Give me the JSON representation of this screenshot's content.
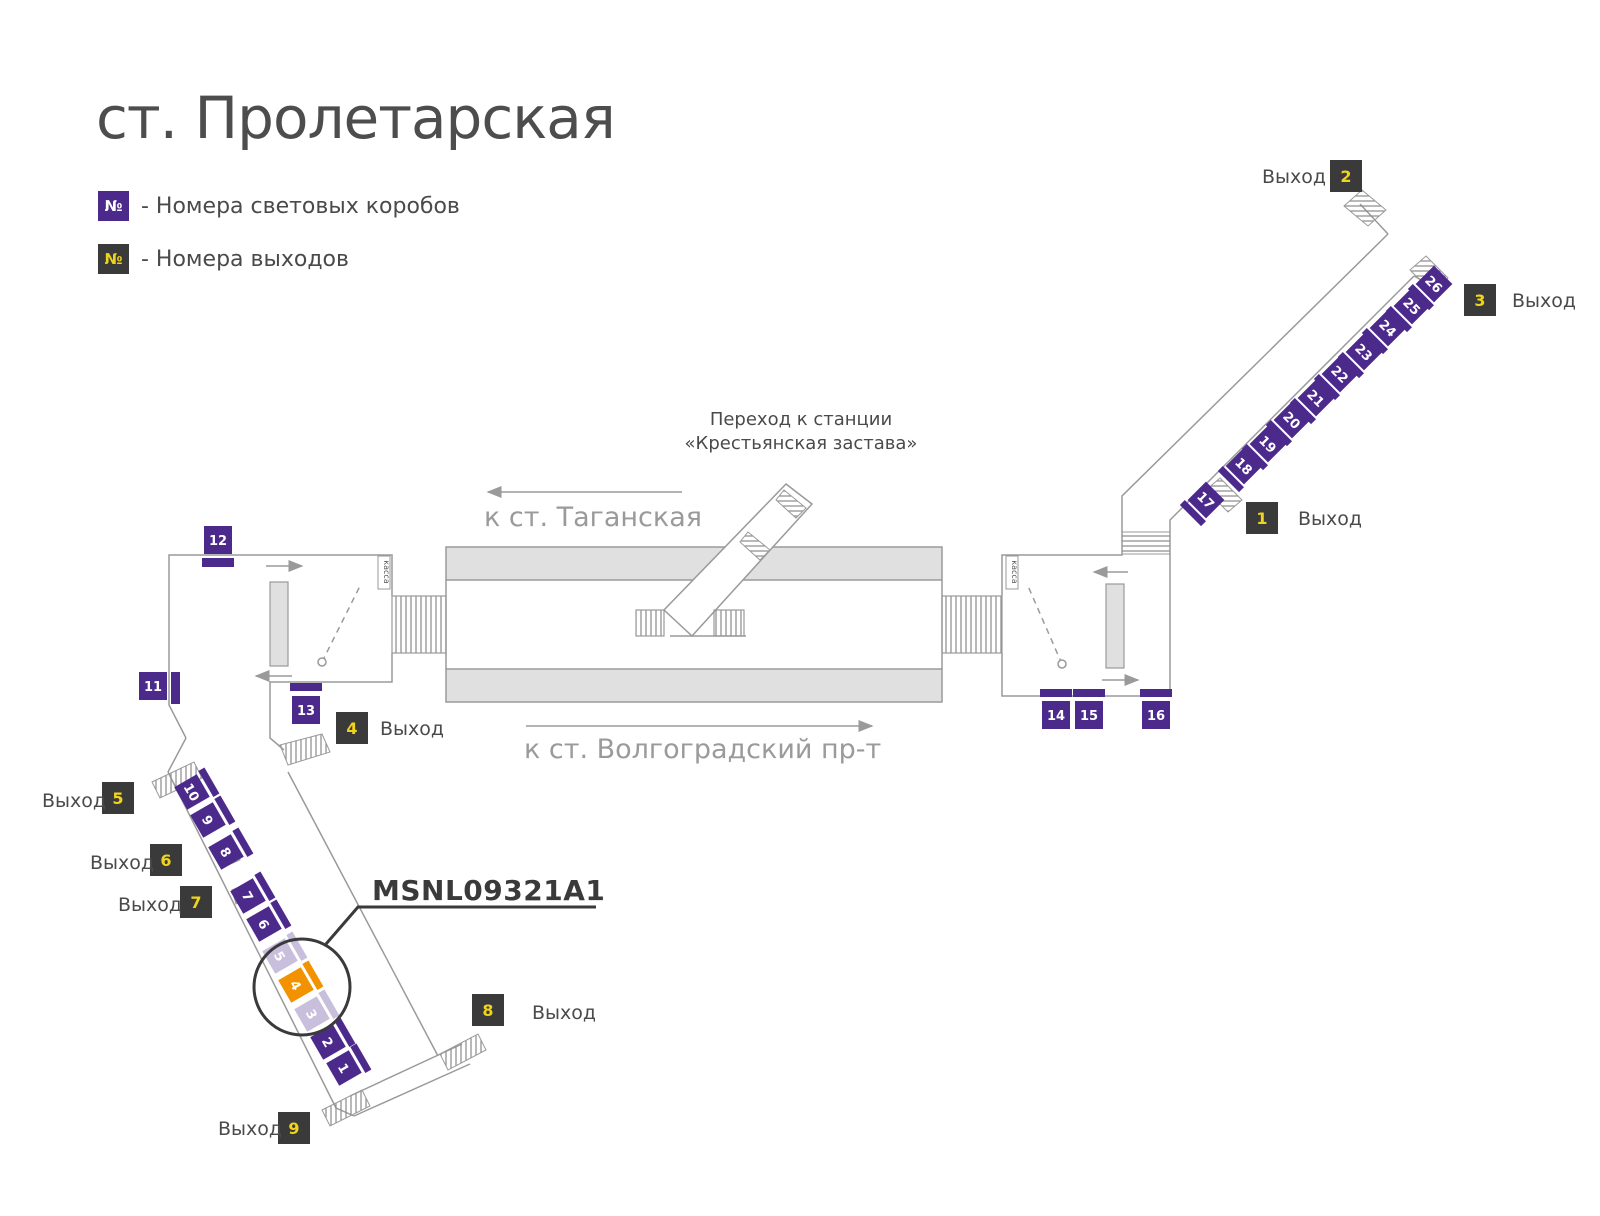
{
  "title": "ст. Пролетарская",
  "legend": {
    "items": [
      {
        "symbol": "№",
        "text": "- Номера световых коробов",
        "style": "lightbox"
      },
      {
        "symbol": "№",
        "text": "- Номера выходов",
        "style": "exit"
      }
    ]
  },
  "colors": {
    "lightbox": "#4c2a8c",
    "lightbox_faded": "#c8bfdc",
    "lightbox_selected": "#f39200",
    "exit_badge": "#3a3a3a",
    "exit_text": "#f0d41c",
    "walls": "#9a9a9a",
    "platform": "#e0e0e0"
  },
  "exit_word": "Выход",
  "exits": [
    {
      "number": "1",
      "label": "Выход"
    },
    {
      "number": "2",
      "label": "Выход"
    },
    {
      "number": "3",
      "label": "Выход"
    },
    {
      "number": "4",
      "label": "Выход"
    },
    {
      "number": "5",
      "label": "Выход"
    },
    {
      "number": "6",
      "label": "Выход"
    },
    {
      "number": "7",
      "label": "Выход"
    },
    {
      "number": "8",
      "label": "Выход"
    },
    {
      "number": "9",
      "label": "Выход"
    }
  ],
  "lightboxes": {
    "west_corridor": [
      "10",
      "9",
      "8",
      "7",
      "6",
      "5",
      "4",
      "3",
      "2",
      "1"
    ],
    "west_hall": [
      "11",
      "12",
      "13"
    ],
    "east_hall": [
      "14",
      "15",
      "16"
    ],
    "east_corridor": [
      "17",
      "18",
      "19",
      "20",
      "21",
      "22",
      "23",
      "24",
      "25",
      "26"
    ],
    "selected": "4",
    "highlighted_group": [
      "5",
      "4",
      "3"
    ]
  },
  "directions": {
    "west": "к ст. Таганская",
    "east": "к ст. Волгоградский пр-т"
  },
  "transfer": {
    "line1": "Переход к станции",
    "line2": "«Крестьянская застава»"
  },
  "ticket_office": "касса",
  "highlight_code": "MSNL09321A1"
}
